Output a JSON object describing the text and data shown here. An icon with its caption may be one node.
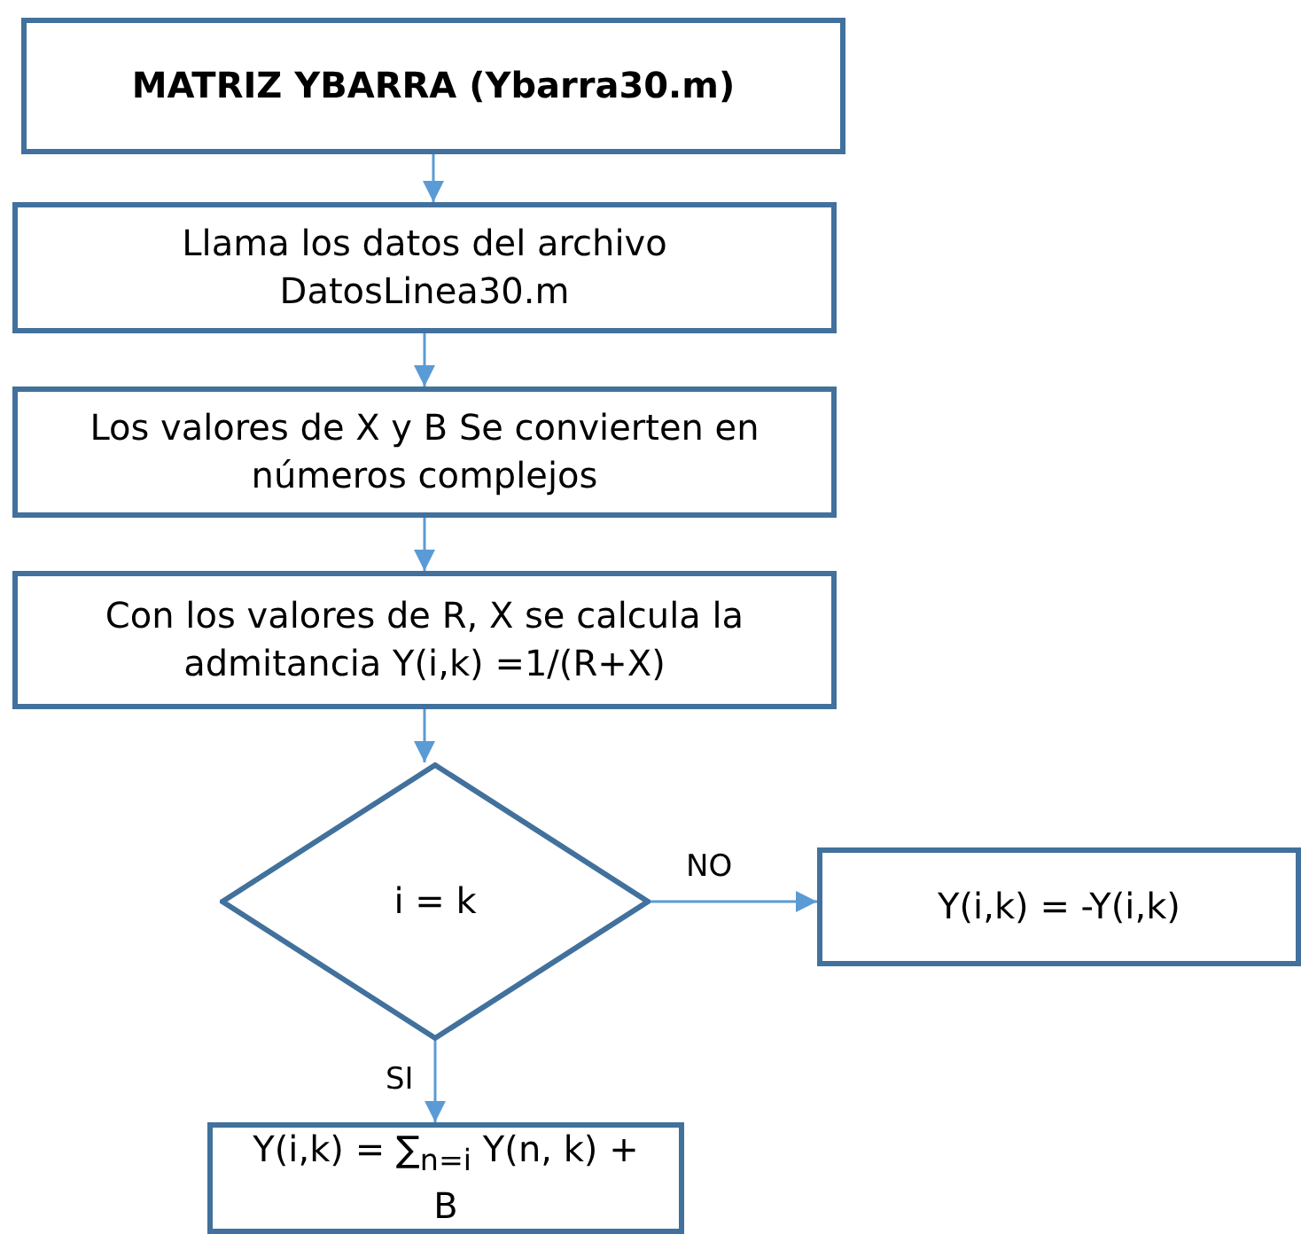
{
  "diagram": {
    "nodes": [
      {
        "text": [
          "MATRIZ YBARRA (Ybarra30.m)"
        ]
      },
      {
        "text": [
          "Llama los datos del archivo DatosLinea30.m"
        ]
      },
      {
        "text": [
          "Los valores de X y B Se convierten en números complejos"
        ]
      },
      {
        "text": [
          "Con los valores de R, X  se calcula la admitancia Y(i,k) =1/(R+X)"
        ]
      },
      {
        "text": [
          "i = k"
        ]
      },
      {
        "text": [
          "Y(i,k) = -Y(i,k)"
        ]
      },
      {
        "text": [
          "Y(i,k) = ∑$_{n=i}$ Y(n, k) + B"
        ]
      }
    ],
    "edges": [
      {
        "from": 0,
        "to": 1,
        "arrow": "to"
      },
      {
        "from": 1,
        "to": 2,
        "arrow": "to"
      },
      {
        "from": 2,
        "to": 3,
        "arrow": "to"
      },
      {
        "from": 3,
        "to": 4,
        "arrow": "to"
      },
      {
        "from": 4,
        "to": 5,
        "arrow": "to",
        "label": "NO"
      },
      {
        "from": 4,
        "to": 6,
        "arrow": "to",
        "label": "SI"
      }
    ]
  }
}
